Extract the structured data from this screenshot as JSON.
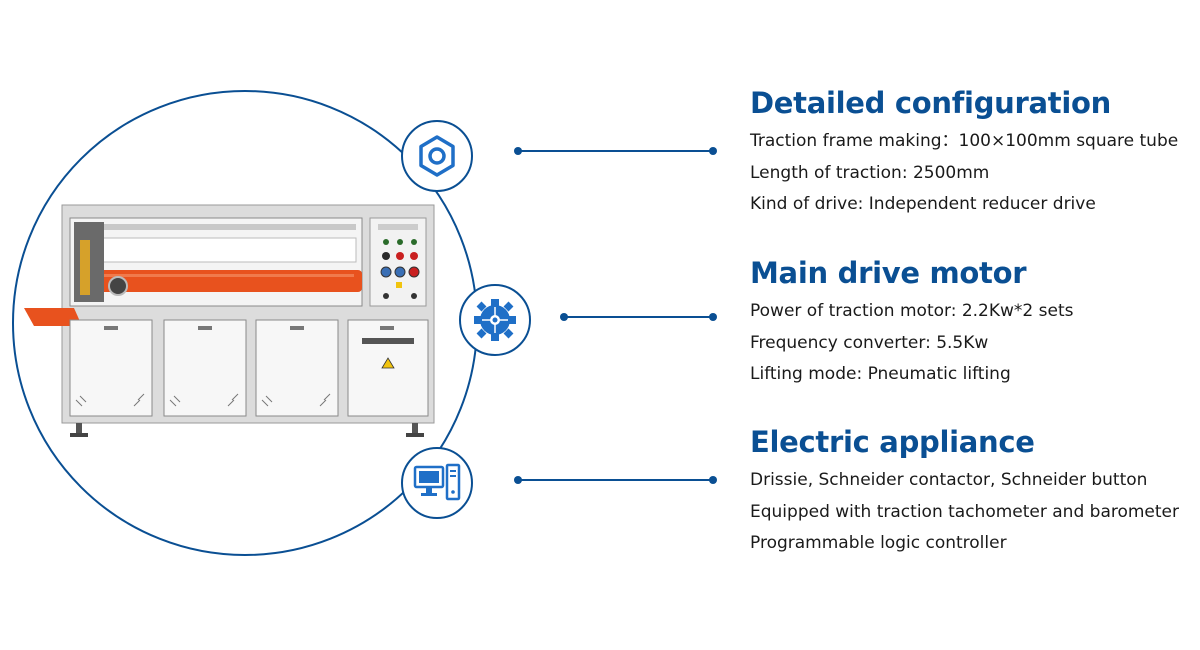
{
  "sections": [
    {
      "title": "Detailed configuration",
      "lines": [
        "Traction frame making：100×100mm square tube",
        "Length of traction: 2500mm",
        "Kind of drive: Independent reducer drive"
      ]
    },
    {
      "title": "Main drive motor",
      "lines": [
        "Power of traction motor: 2.2Kw*2 sets",
        "Frequency converter: 5.5Kw",
        "Lifting mode: Pneumatic lifting"
      ]
    },
    {
      "title": "Electric appliance",
      "lines": [
        "Drissie, Schneider contactor, Schneider button",
        "Equipped with traction tachometer and barometer",
        "Programmable logic controller"
      ]
    }
  ],
  "icons": [
    "hex-nut-icon",
    "gear-puzzle-icon",
    "computer-icon"
  ],
  "colors": {
    "accent": "#0a4f93",
    "machine_belt": "#e8521e",
    "machine_body": "#e9e9e9"
  }
}
